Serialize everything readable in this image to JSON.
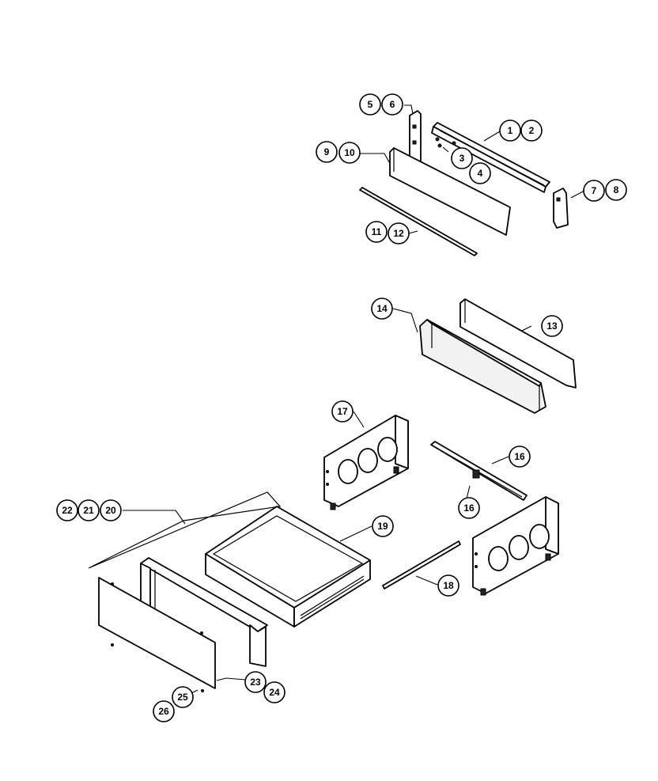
{
  "balloons": [
    {
      "id": "b5",
      "label": "5"
    },
    {
      "id": "b6a",
      "label": "6"
    },
    {
      "id": "b1",
      "label": "1"
    },
    {
      "id": "b2",
      "label": "2"
    },
    {
      "id": "b9",
      "label": "9"
    },
    {
      "id": "b10",
      "label": "10"
    },
    {
      "id": "b3",
      "label": "3"
    },
    {
      "id": "b4",
      "label": "4"
    },
    {
      "id": "b7",
      "label": "7"
    },
    {
      "id": "b8",
      "label": "8"
    },
    {
      "id": "b11",
      "label": "11"
    },
    {
      "id": "b12",
      "label": "12"
    },
    {
      "id": "b14",
      "label": "14"
    },
    {
      "id": "b13",
      "label": "13"
    },
    {
      "id": "b17",
      "label": "17"
    },
    {
      "id": "b16a",
      "label": "16"
    },
    {
      "id": "b16b",
      "label": "16"
    },
    {
      "id": "b22",
      "label": "22"
    },
    {
      "id": "b21",
      "label": "21"
    },
    {
      "id": "b20",
      "label": "20"
    },
    {
      "id": "b19",
      "label": "19"
    },
    {
      "id": "b18",
      "label": "18"
    },
    {
      "id": "b23",
      "label": "23"
    },
    {
      "id": "b24",
      "label": "24"
    },
    {
      "id": "b25",
      "label": "25"
    },
    {
      "id": "b26",
      "label": "26"
    }
  ]
}
